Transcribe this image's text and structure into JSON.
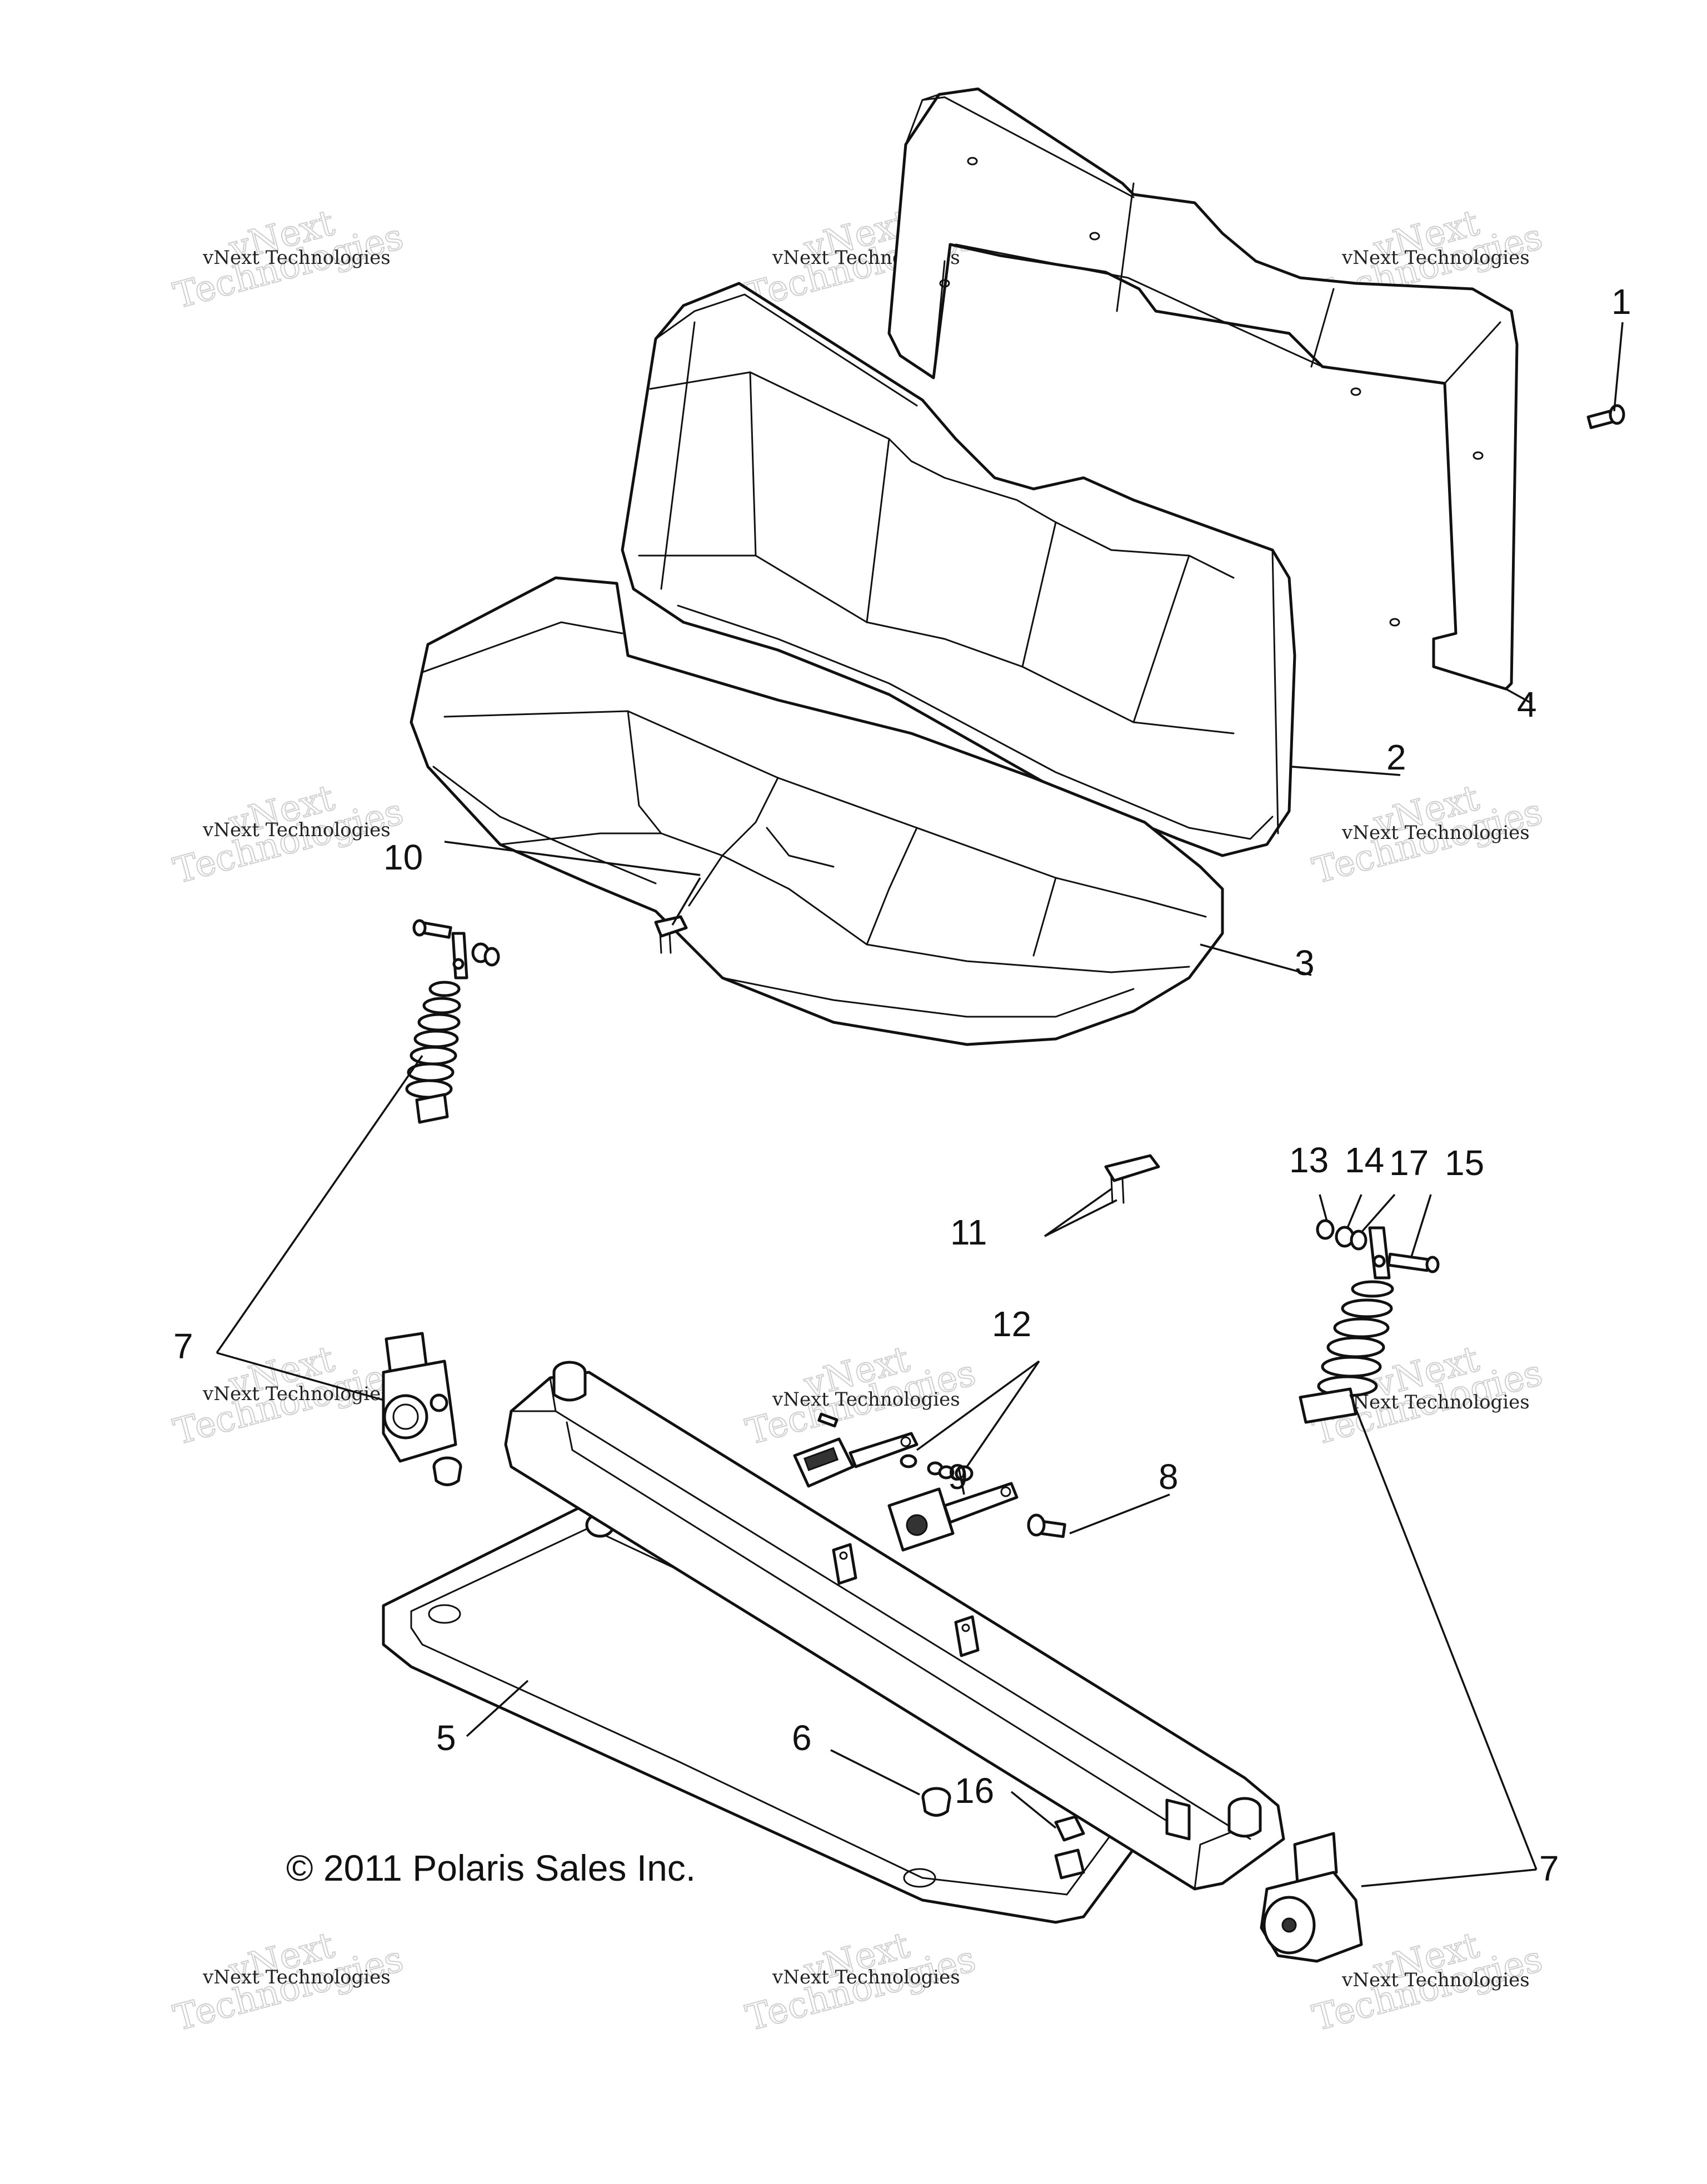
{
  "copyright": "© 2011 Polaris Sales Inc.",
  "watermark": {
    "line1": "vNext Technologies",
    "line2": "vNext",
    "line3": "Technologies"
  },
  "callouts": [
    "1",
    "2",
    "3",
    "4",
    "5",
    "6",
    "7",
    "7",
    "8",
    "9",
    "10",
    "11",
    "12",
    "13",
    "14",
    "15",
    "16",
    "17"
  ]
}
